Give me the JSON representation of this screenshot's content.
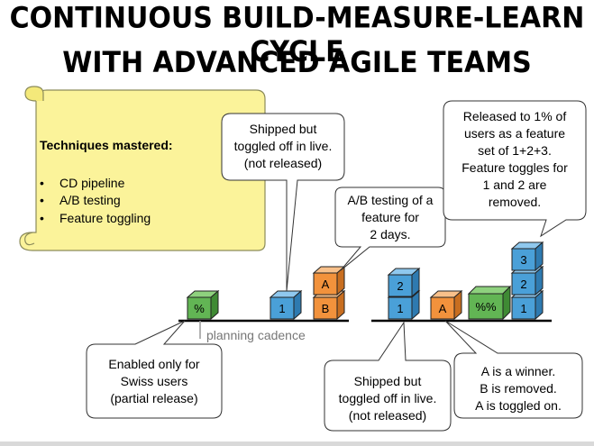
{
  "title": {
    "line1": "CONTINUOUS BUILD-MEASURE-LEARN CYCLE",
    "line2": "WITH ADVANCED AGILE TEAMS"
  },
  "scroll": {
    "heading": "Techniques mastered:",
    "bullets": [
      "CD pipeline",
      "A/B testing",
      "Feature toggling"
    ]
  },
  "axis_label": "planning cadence",
  "cubes": {
    "c_pct": "%",
    "c_1a": "1",
    "c_a1": "A",
    "c_b1": "B",
    "c_2b": "2",
    "c_1b": "1",
    "c_a2": "A",
    "c_pctpct": "%%",
    "c_3": "3",
    "c_2c": "2",
    "c_1c": "1"
  },
  "callouts": {
    "shipped_top": [
      "Shipped but",
      "toggled off in live.",
      "(not released)"
    ],
    "ab_test": [
      "A/B testing of a",
      "feature for",
      "2 days."
    ],
    "released": [
      "Released to 1% of",
      "users as a feature",
      "set of 1+2+3.",
      "Feature toggles for",
      "1 and 2 are",
      "removed."
    ],
    "swiss": [
      "Enabled only for",
      "Swiss users",
      "(partial release)"
    ],
    "shipped_bottom": [
      "Shipped but",
      "toggled off in live.",
      "(not released)"
    ],
    "winner": [
      "A is a winner.",
      "B is removed.",
      "A is toggled on."
    ]
  },
  "colors": {
    "green": "#62b554",
    "blue": "#4aa0d8",
    "orange": "#f2923c",
    "scroll": "#fbf39a"
  }
}
